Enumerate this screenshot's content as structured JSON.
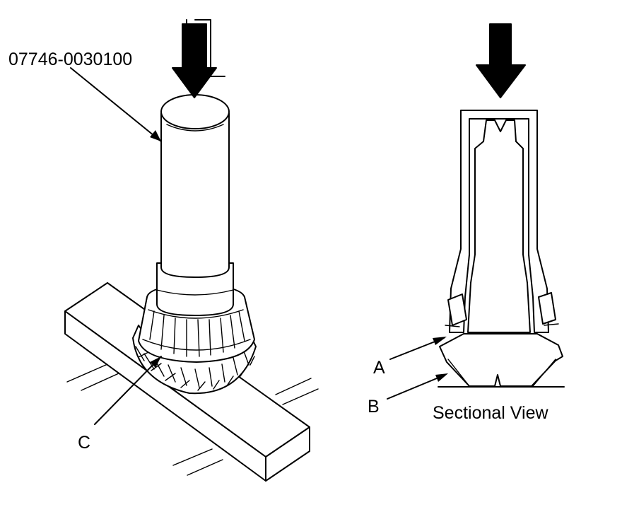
{
  "labels": {
    "tool_number": "07746-0030100",
    "callout_a": "A",
    "callout_b": "B",
    "callout_c": "C",
    "section_caption": "Sectional View"
  }
}
